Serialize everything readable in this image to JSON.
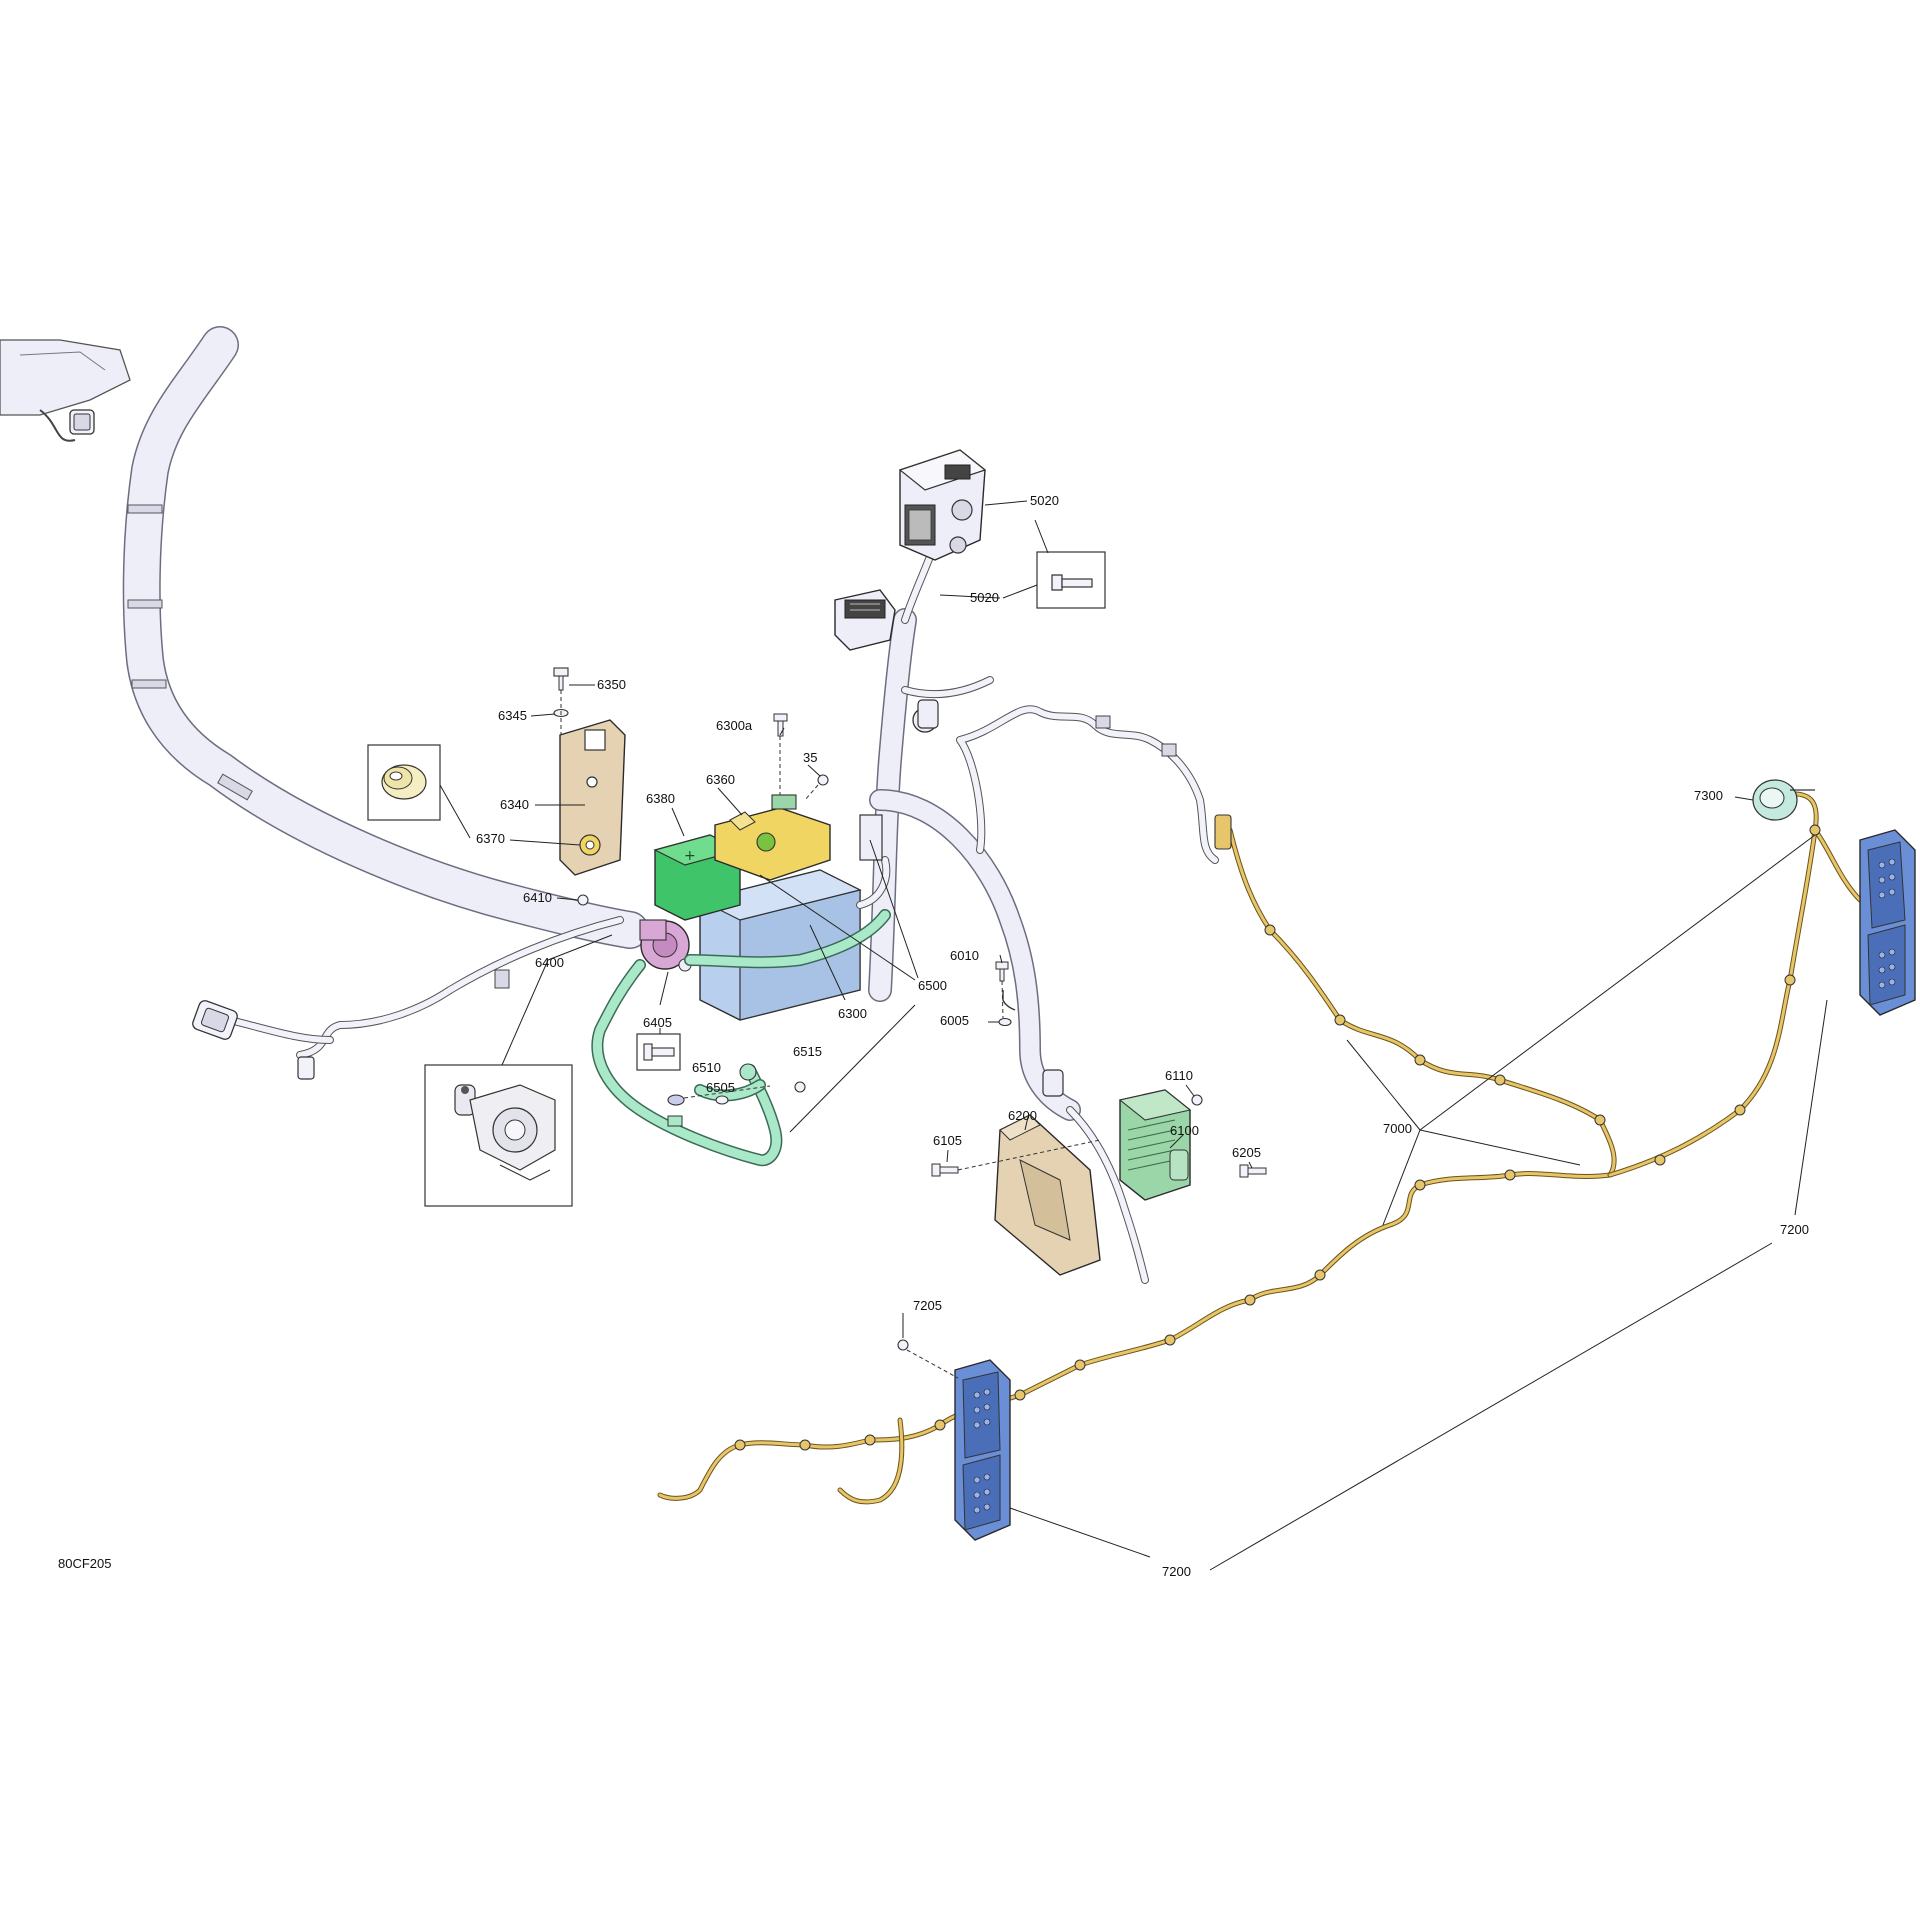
{
  "figure_code": "80CF205",
  "callouts": {
    "c5020a": "5020",
    "c5020b": "5020",
    "c6350": "6350",
    "c6345": "6345",
    "c6340": "6340",
    "c6370": "6370",
    "c6410": "6410",
    "c6400": "6400",
    "c6405": "6405",
    "c6380": "6380",
    "c6360": "6360",
    "c6300a": "6300a",
    "c35": "35",
    "c6300": "6300",
    "c6500": "6500",
    "c6510": "6510",
    "c6505": "6505",
    "c6515": "6515",
    "c6010": "6010",
    "c6005": "6005",
    "c6110": "6110",
    "c6100": "6100",
    "c6105": "6105",
    "c6200": "6200",
    "c6205": "6205",
    "c7300": "7300",
    "c7000": "7000",
    "c7200a": "7200",
    "c7205": "7205",
    "c7200b": "7200"
  },
  "colors": {
    "harness": "#eeeef8",
    "battery": "#b8cfee",
    "battery_cover_green": "#3fc46a",
    "bracket_yellow": "#f0d562",
    "solenoid_pink": "#d9a7d6",
    "ground_cable_green": "#a9e8c8",
    "regulator_green": "#9ad6a8",
    "support_tan": "#e5d2b3",
    "taillight_blue": "#6a8fd6",
    "rear_wire_amber": "#e7c56a",
    "switch_mint": "#c4eadf",
    "strap_tan": "#e1c9a2"
  }
}
